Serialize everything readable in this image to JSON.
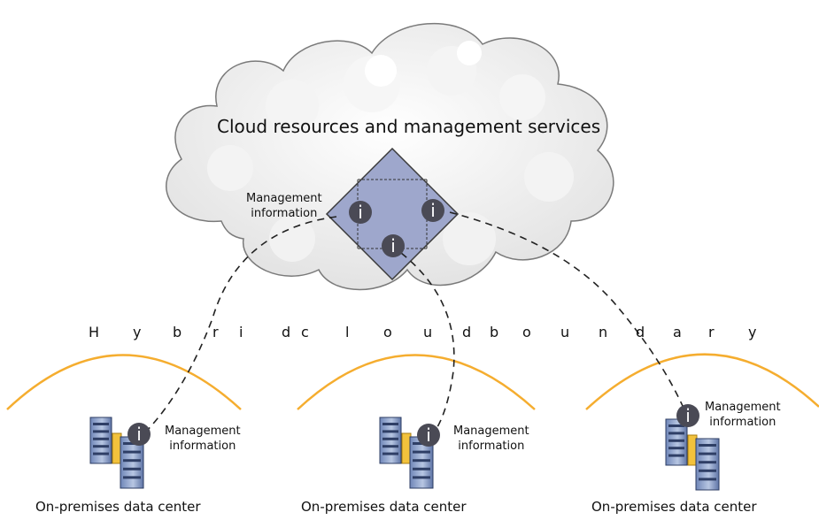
{
  "cloud": {
    "title": "Cloud resources and management services",
    "management_label": "Management\ninformation"
  },
  "boundary": {
    "text": "Hybrid cloud boundary",
    "letters": [
      "H",
      "y",
      "b",
      "r",
      "i",
      "d",
      "c",
      "l",
      "o",
      "u",
      "d",
      "b",
      "o",
      "u",
      "n",
      "d",
      "a",
      "r",
      "y"
    ]
  },
  "datacenters": [
    {
      "label": "On-premises data center",
      "management_label": "Management\ninformation"
    },
    {
      "label": "On-premises data center",
      "management_label": "Management\ninformation"
    },
    {
      "label": "On-premises data center",
      "management_label": "Management\ninformation"
    }
  ],
  "info_glyph": "i",
  "colors": {
    "cloud_fill": "#eeeeee",
    "cloud_stroke": "#7a7a7a",
    "diamond_fill": "#9ea7cc",
    "arc": "#f5ad2f",
    "info_badge": "#4a4a55",
    "server_body": "#8aa0c8",
    "server_drive": "#f2c23c"
  }
}
